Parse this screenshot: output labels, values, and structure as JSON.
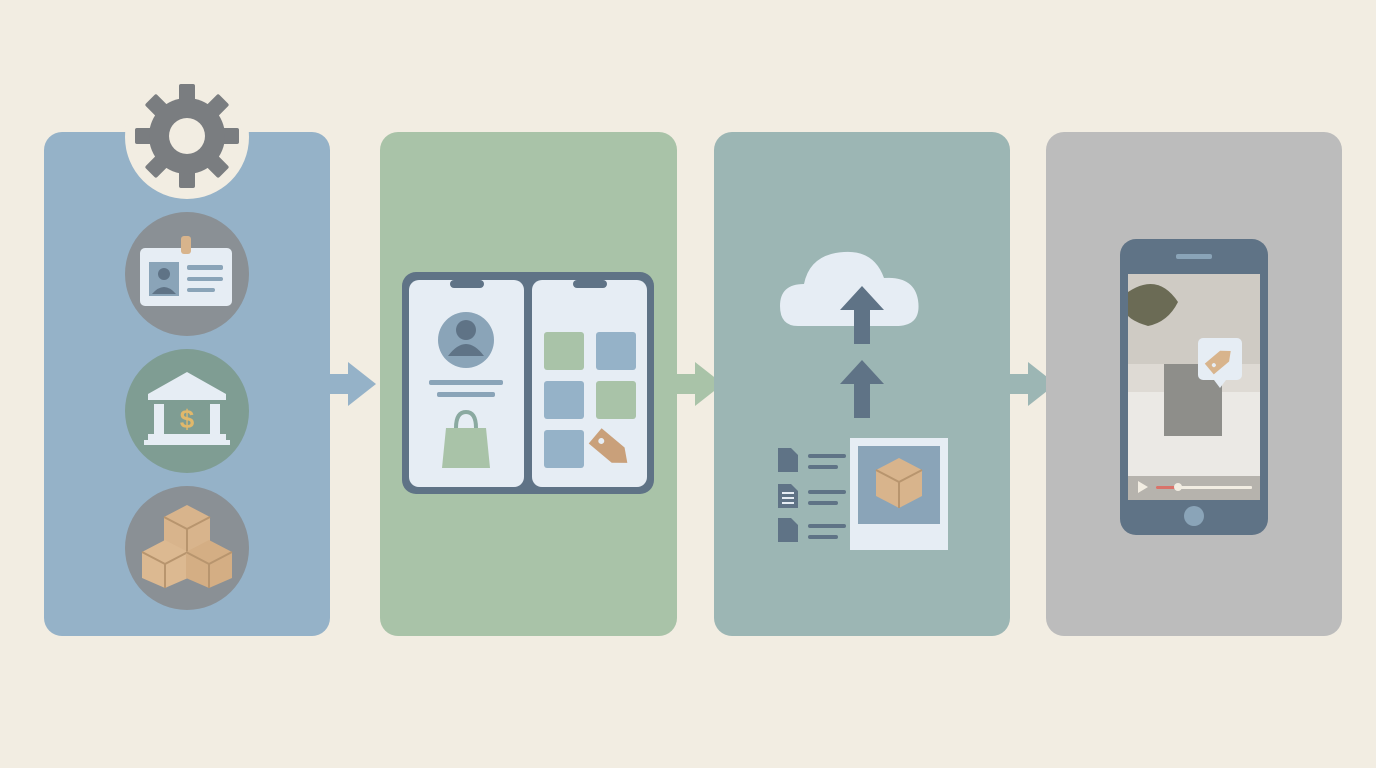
{
  "diagram": {
    "stages": [
      {
        "id": "setup",
        "color": "#95b2c8",
        "icons": [
          "gear-icon",
          "id-card-icon",
          "bank-dollar-icon",
          "boxes-icon"
        ]
      },
      {
        "id": "storefront",
        "color": "#a9c3a8",
        "icons": [
          "profile-screen-icon",
          "shopping-bag-icon",
          "product-grid-icon",
          "price-tag-icon"
        ]
      },
      {
        "id": "upload",
        "color": "#9cb6b4",
        "icons": [
          "cloud-upload-icon",
          "document-list-icon",
          "product-photo-icon"
        ]
      },
      {
        "id": "shoppable-video",
        "color": "#bcbcbc",
        "icons": [
          "smartphone-icon",
          "video-player-icon",
          "price-tag-icon"
        ]
      }
    ],
    "connectors": [
      "arrow-right-icon",
      "arrow-right-icon",
      "arrow-right-icon"
    ],
    "colors": {
      "background": "#f2ede2",
      "icon_dark": "#5f7386",
      "icon_light": "#e6edf4",
      "accent_tan": "#d8b48c",
      "accent_red": "#d9736a"
    }
  }
}
